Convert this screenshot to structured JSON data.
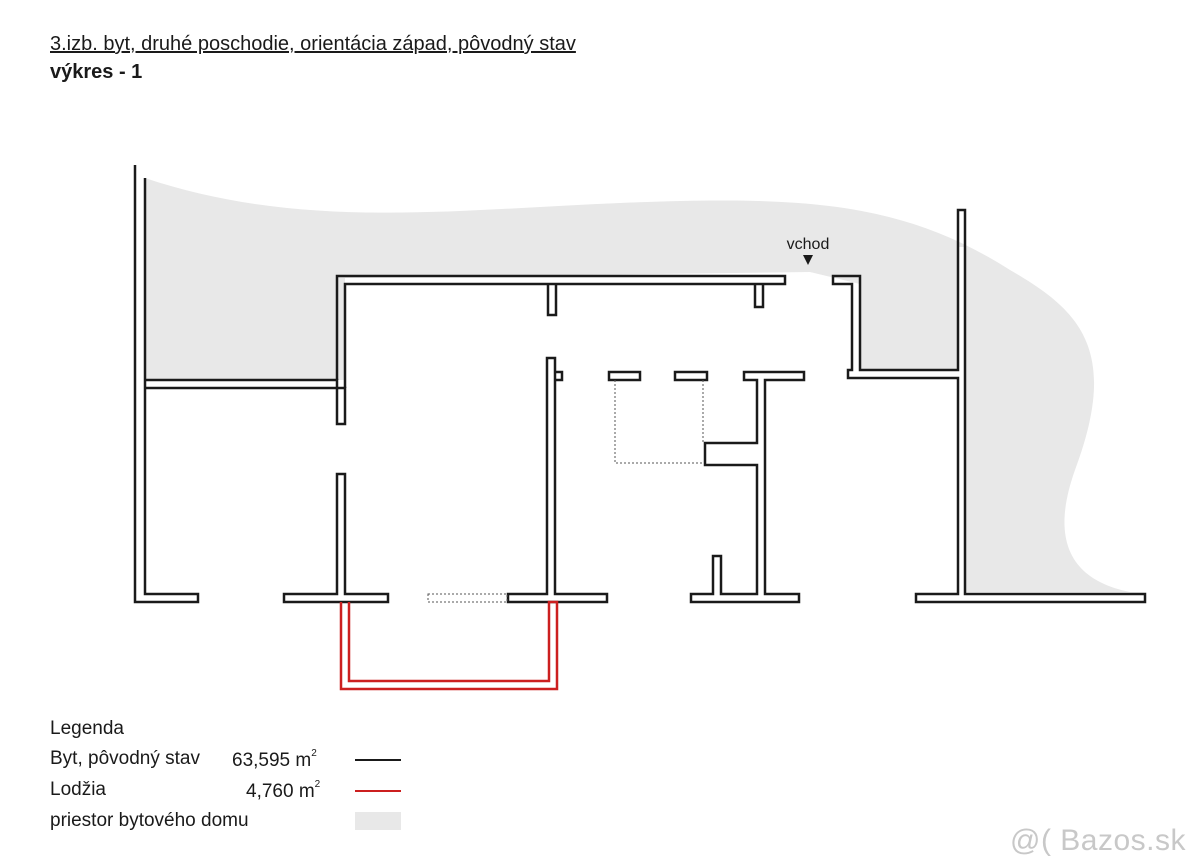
{
  "title": "3.izb. byt, druhé poschodie, orientácia západ, pôvodný stav",
  "subtitle": "výkres - 1",
  "entrance_label": "vchod",
  "legend": {
    "title": "Legenda",
    "items": [
      {
        "label": "Byt, pôvodný stav",
        "value": "63,595 m",
        "unit_exp": "2",
        "line_color": "#1a1a1a"
      },
      {
        "label": "Lodžia",
        "value": "4,760 m",
        "unit_exp": "2",
        "line_color": "#cc1f1f"
      },
      {
        "label": "priestor bytového domu",
        "fill_color": "#e8e8e8"
      }
    ]
  },
  "watermark": "@( Bazos.sk",
  "colors": {
    "wall": "#1a1a1a",
    "loggia": "#cc1f1f",
    "common_area": "#e8e8e8"
  }
}
